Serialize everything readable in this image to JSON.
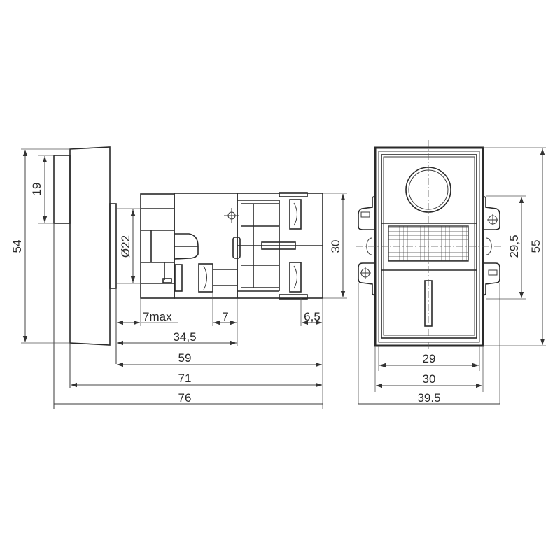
{
  "drawing": {
    "side_view": {
      "dims_vertical": {
        "total_height": "54",
        "button_height": "19",
        "thread_diameter": "Ø22",
        "contact_block_height": "30"
      },
      "dims_horizontal": {
        "bezel_max": "7max",
        "contact_gap": "7",
        "end_offset": "6,5",
        "front_depth": "34,5",
        "body_depth": "59",
        "depth_without_head": "71",
        "overall_depth": "76"
      }
    },
    "front_view": {
      "dims_vertical": {
        "overall_height": "55",
        "mounting_pitch": "29,5"
      },
      "dims_horizontal": {
        "inner_width": "29",
        "body_width": "30",
        "overall_width": "39.5"
      }
    },
    "colors": {
      "line": "#2a2a2a",
      "background": "#ffffff"
    }
  }
}
